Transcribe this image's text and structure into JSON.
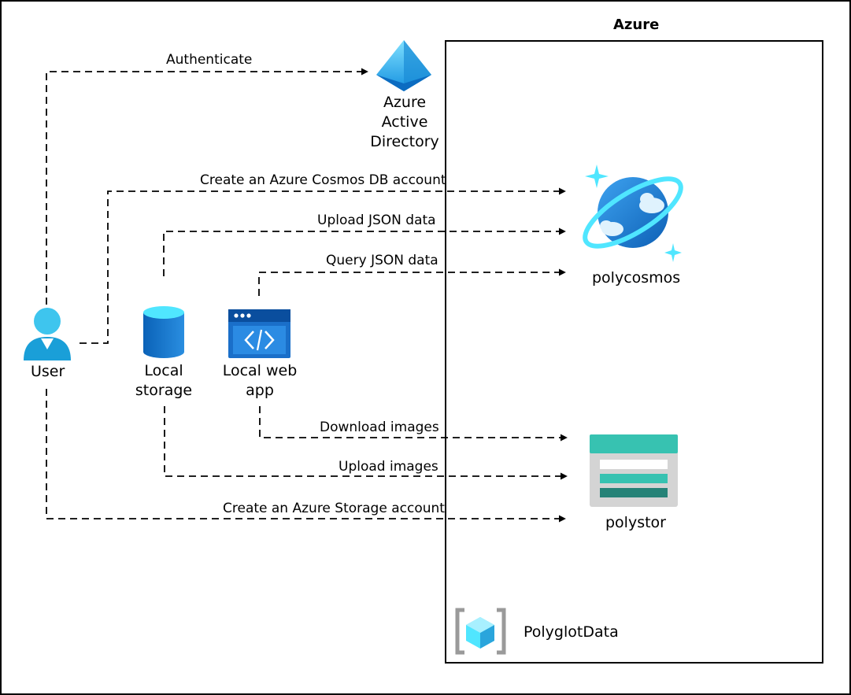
{
  "azure": {
    "title": "Azure"
  },
  "nodes": {
    "user": "User",
    "local_storage": [
      "Local",
      "storage"
    ],
    "local_web_app": [
      "Local web",
      "app"
    ],
    "aad": [
      "Azure",
      "Active",
      "Directory"
    ],
    "cosmos": "polycosmos",
    "storage": "polystor",
    "resource_group": "PolyglotData"
  },
  "flows": {
    "authenticate": "Authenticate",
    "create_cosmos": "Create an Azure Cosmos DB account",
    "upload_json": "Upload JSON data",
    "query_json": "Query JSON data",
    "download_images": "Download images",
    "upload_images": "Upload images",
    "create_storage": "Create an Azure Storage account"
  },
  "icons": {
    "user": "user-icon",
    "local_storage": "database-icon",
    "local_web_app": "web-app-icon",
    "aad": "azure-active-directory-icon",
    "cosmos": "cosmos-db-icon",
    "storage": "storage-account-icon",
    "resource_group": "resource-group-icon"
  },
  "colors": {
    "azure_blue": "#0078d4",
    "light_blue": "#50e6ff",
    "storage_teal": "#37c2b1"
  }
}
